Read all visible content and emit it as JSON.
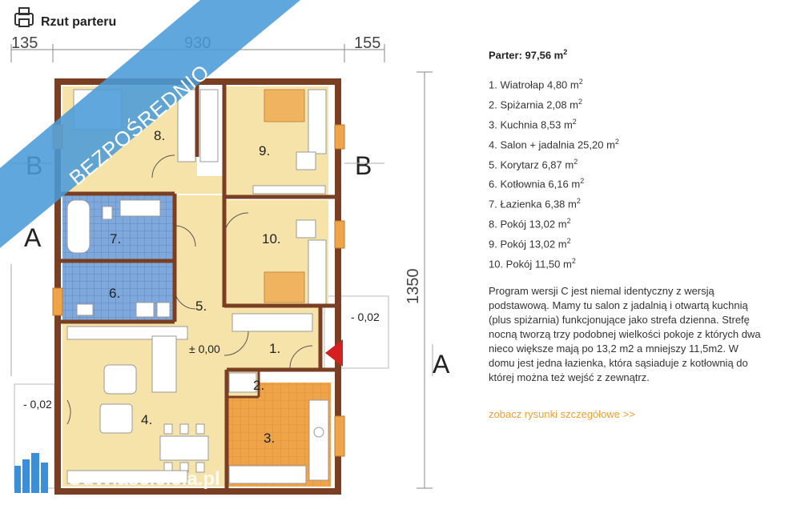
{
  "header": {
    "title": "Rzut parteru",
    "icon": "print-icon"
  },
  "dimensions": {
    "left": "135",
    "middle": "930",
    "right": "155",
    "height": "1350"
  },
  "sections": {
    "b_left": "B",
    "b_right": "B",
    "a_left": "A",
    "a_right": "A"
  },
  "rooms": [
    "1.",
    "2.",
    "3.",
    "4.",
    "5.",
    "6.",
    "7.",
    "8.",
    "9.",
    "10."
  ],
  "levels": {
    "entry": "- 0,02",
    "center": "± 0,00",
    "terrace": "- 0,02"
  },
  "ribbon": {
    "text": "BEZPOŚREDNIO",
    "color": "#4a9bd8"
  },
  "watermark": {
    "text": "OdWlasciciela.pl"
  },
  "info": {
    "title": "Parter: 97,56 m",
    "title_sup": "2",
    "room_list": [
      {
        "text": "1. Wiatrołap 4,80 m",
        "sup": "2"
      },
      {
        "text": "2. Spiżarnia 2,08 m",
        "sup": "2"
      },
      {
        "text": "3. Kuchnia 8,53 m",
        "sup": "2"
      },
      {
        "text": "4. Salon + jadalnia 25,20 m",
        "sup": "2"
      },
      {
        "text": "5. Korytarz 6,87 m",
        "sup": "2"
      },
      {
        "text": "6. Kotłownia 6,16 m",
        "sup": "2"
      },
      {
        "text": "7. Łazienka 6,38 m",
        "sup": "2"
      },
      {
        "text": "8. Pokój 13,02 m",
        "sup": "2"
      },
      {
        "text": "9. Pokój 13,02 m",
        "sup": "2"
      },
      {
        "text": "10. Pokój 11,50 m",
        "sup": "2"
      }
    ],
    "description": "Program wersji C jest niemal identyczny z wersją podstawową. Mamy tu salon z jadalnią i otwartą kuchnią (plus spiżarnia) funkcjonujące jako strefa dzienna. Strefę nocną tworzą trzy podobnej wielkości pokoje z których dwa nieco większe mają po 13,2 m2 a mniejszy 11,5m2. W domu jest jedna łazienka, która sąsiaduje z kotłownią do której można też wejść z zewnątrz.",
    "link": "zobacz rysunki szczegółowe >>"
  },
  "colors": {
    "wall": "#7a3f22",
    "floor_wood": "#f6e3a9",
    "tile_blue": "#7fa8dc",
    "kitchen": "#f0a44a",
    "accent": "#f0a030",
    "arrow": "#d42020"
  }
}
